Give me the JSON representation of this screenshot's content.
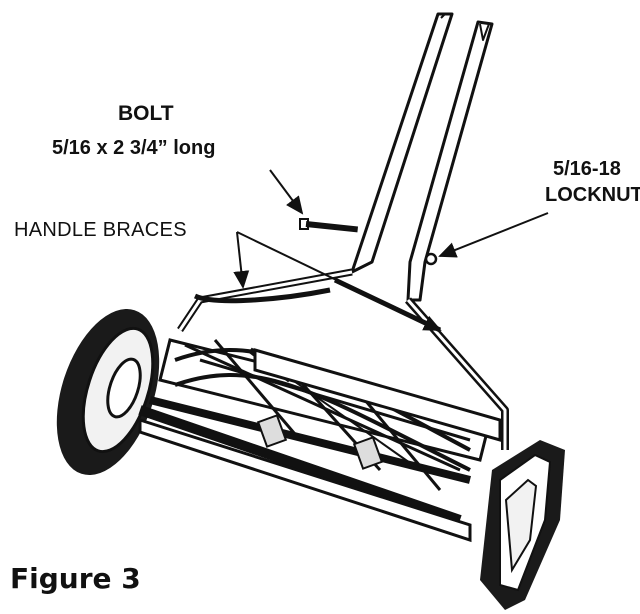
{
  "labels": {
    "bolt_title": "BOLT",
    "bolt_spec": "5/16 x 2 3/4” long",
    "locknut_size": "5/16-18",
    "locknut_name": "LOCKNUT",
    "handle_braces": "HANDLE BRACES"
  },
  "caption": "Figure 3"
}
